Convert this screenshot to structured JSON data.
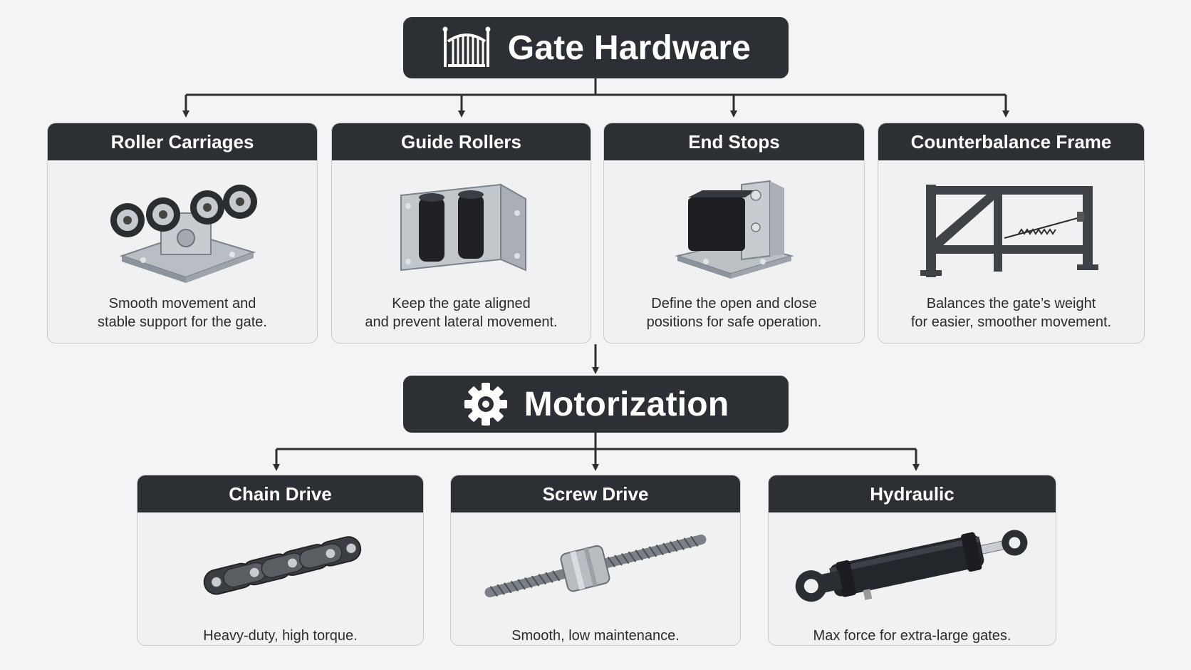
{
  "title_banner": {
    "label": "Gate Hardware",
    "icon": "gate-icon"
  },
  "hardware_cards": [
    {
      "title": "Roller Carriages",
      "image": "roller-carriage-image",
      "desc_line1": "Smooth movement and",
      "desc_line2": "stable support for the gate."
    },
    {
      "title": "Guide Rollers",
      "image": "guide-rollers-image",
      "desc_line1": "Keep the gate aligned",
      "desc_line2": "and prevent lateral movement."
    },
    {
      "title": "End Stops",
      "image": "end-stop-image",
      "desc_line1": "Define the open and close",
      "desc_line2": "positions for safe operation."
    },
    {
      "title": "Counterbalance Frame",
      "image": "counterbalance-frame-image",
      "desc_line1": "Balances the gate’s weight",
      "desc_line2": "for easier, smoother movement."
    }
  ],
  "motor_banner": {
    "label": "Motorization",
    "icon": "gear-icon"
  },
  "motor_cards": [
    {
      "title": "Chain Drive",
      "image": "chain-image",
      "desc": "Heavy-duty, high torque."
    },
    {
      "title": "Screw Drive",
      "image": "lead-screw-image",
      "desc": "Smooth, low maintenance."
    },
    {
      "title": "Hydraulic",
      "image": "hydraulic-cylinder-image",
      "desc": "Max force for extra-large gates."
    }
  ],
  "colors": {
    "dark": "#2c2f33",
    "card_bg": "#f0f1f2",
    "border": "#c9cbcd",
    "page_bg": "#f3f4f5"
  }
}
